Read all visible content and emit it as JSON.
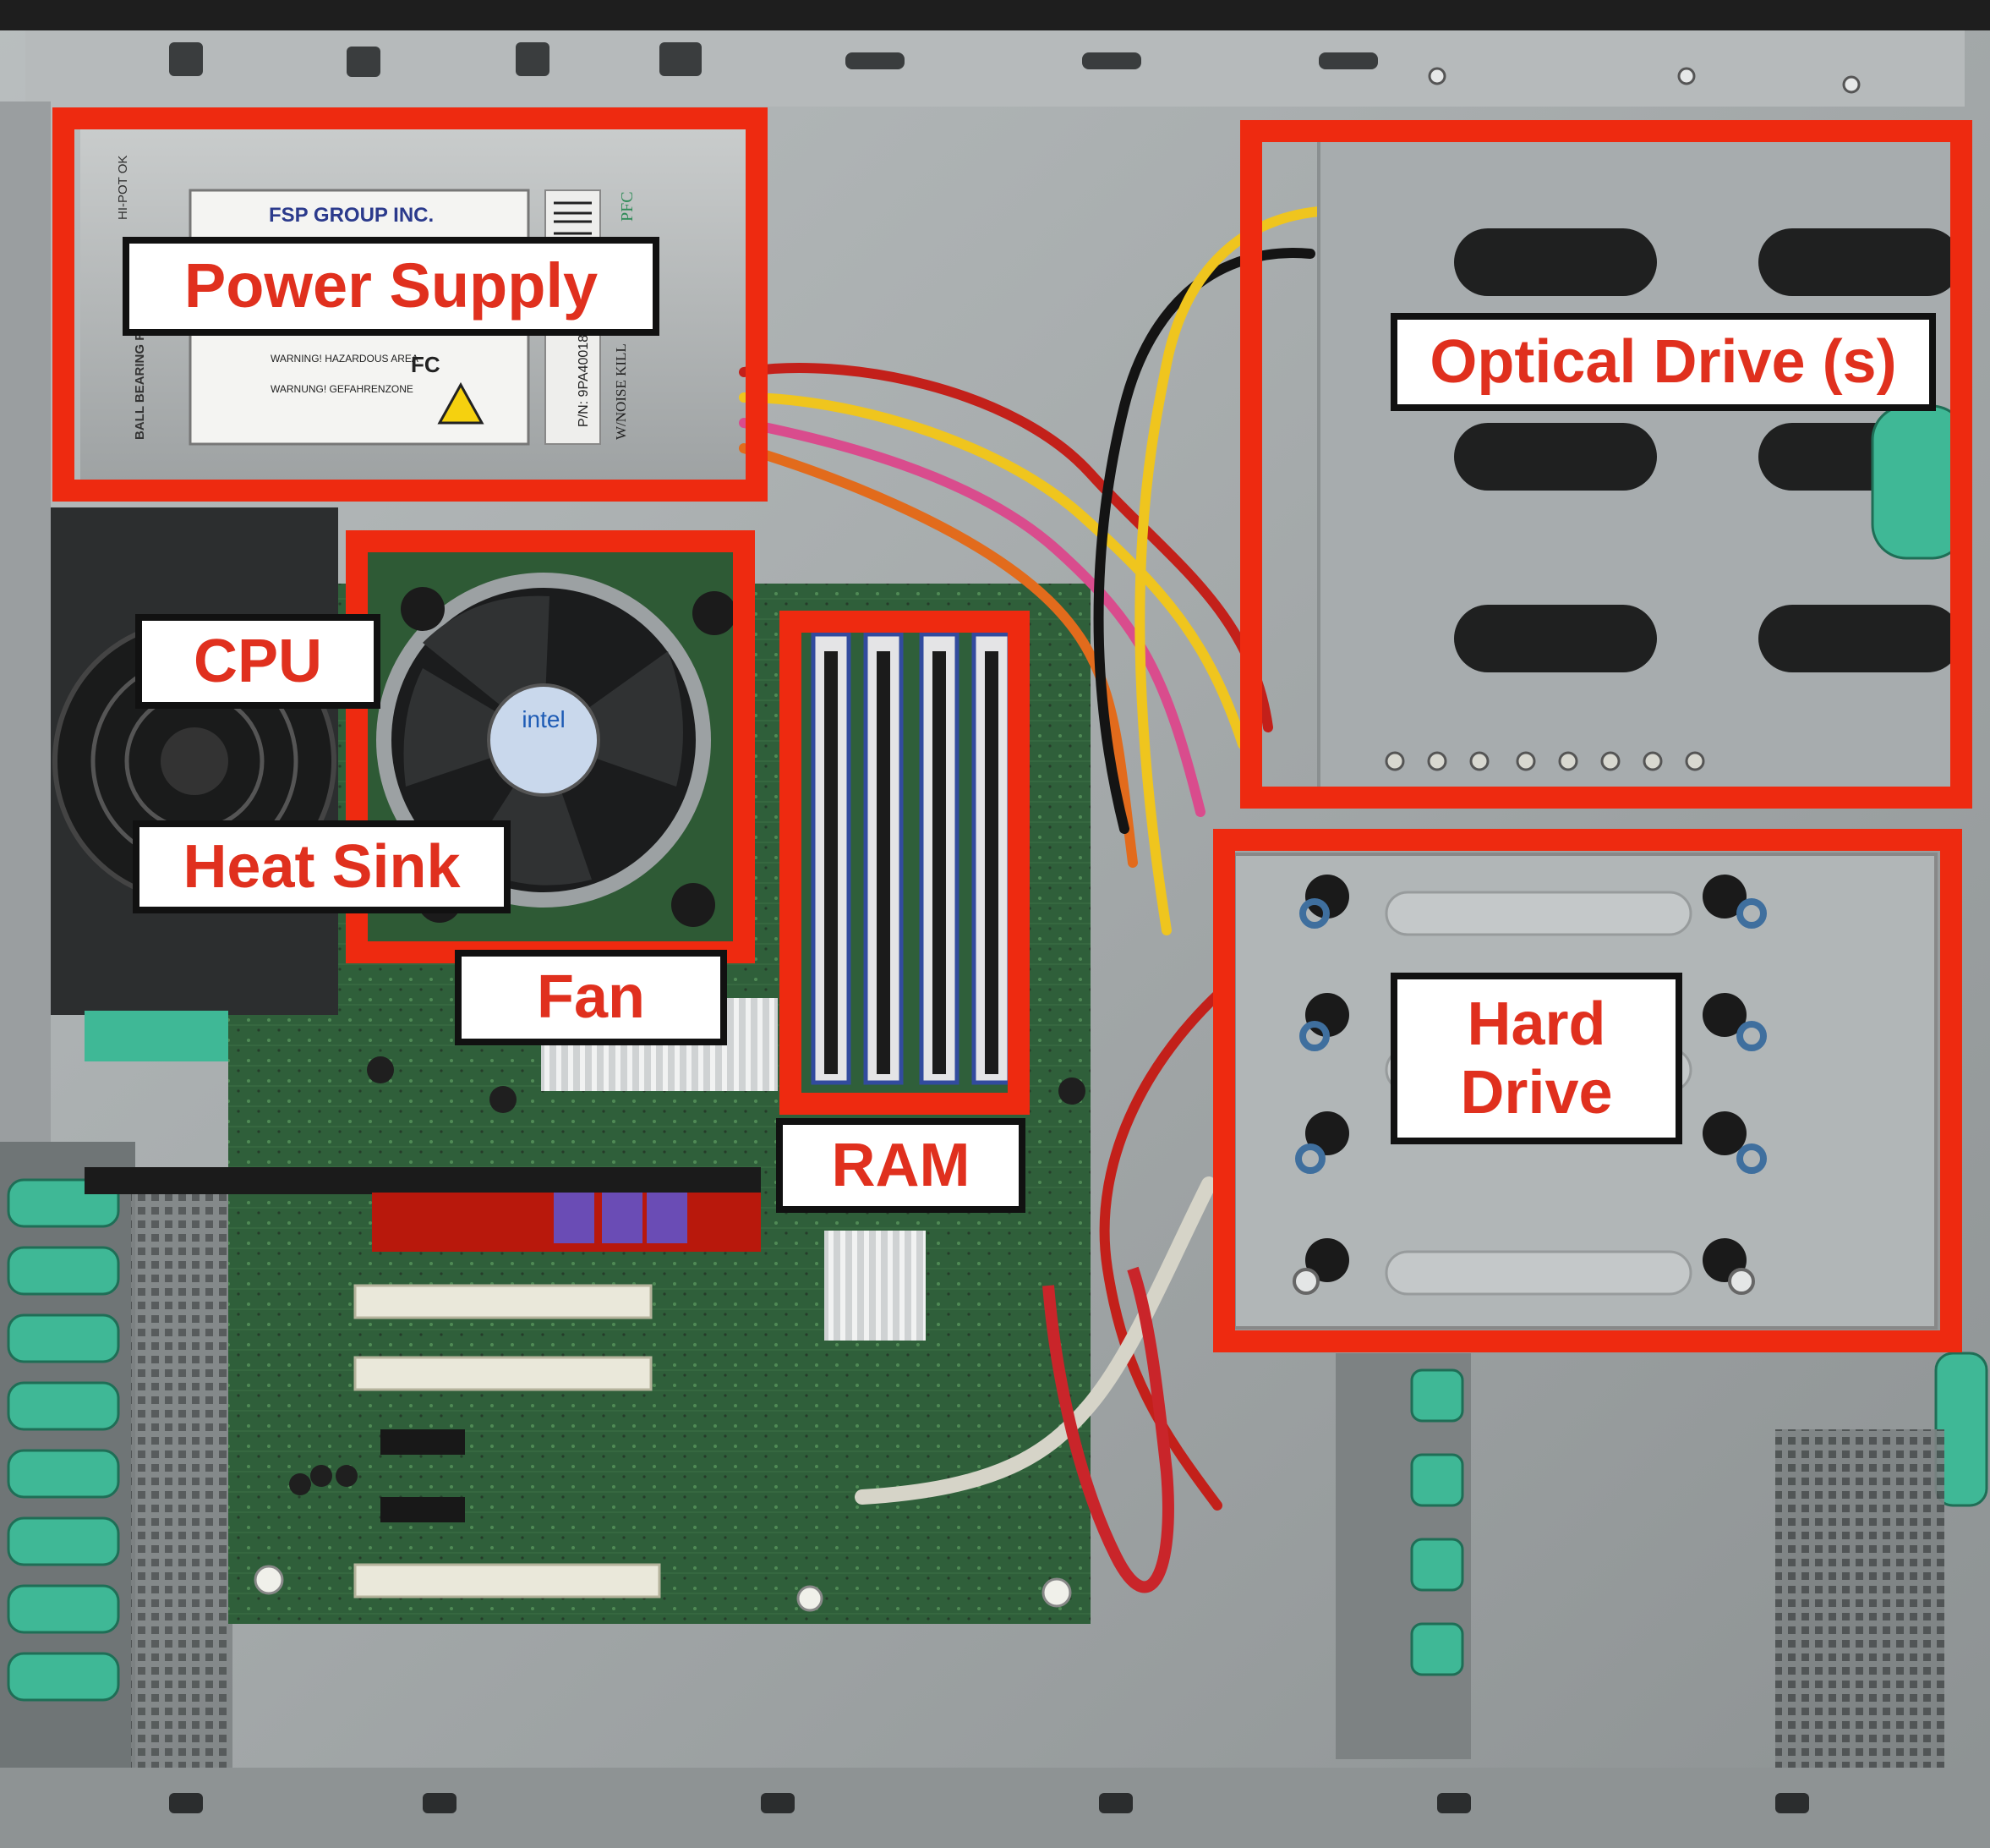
{
  "labels": {
    "power_supply": "Power Supply",
    "optical_drive": "Optical Drive (s)",
    "cpu": "CPU",
    "heat_sink": "Heat Sink",
    "fan": "Fan",
    "ram": "RAM",
    "hard_drive": "Hard\nDrive"
  },
  "psu_sticker": {
    "brand": "FSP GROUP INC.",
    "side_text": "BALL BEARING FAN",
    "pfc": "PFC",
    "noise_text": "W/NOISE KILL",
    "part_no": "P/N: 9PA4001811",
    "warning_1": "WARNING!  HAZARDOUS AREA",
    "warning_2": "WARNUNG!  GEFAHRENZONE",
    "hipot": "HI-POT OK",
    "fcc": "FC"
  },
  "cpu_fan_logo": "intel",
  "colors": {
    "highlight": "#ee2a10",
    "label_text": "#e0301e",
    "chassis": "#a7acad",
    "board": "#2f5f3a",
    "clip_green": "#3fb896"
  }
}
